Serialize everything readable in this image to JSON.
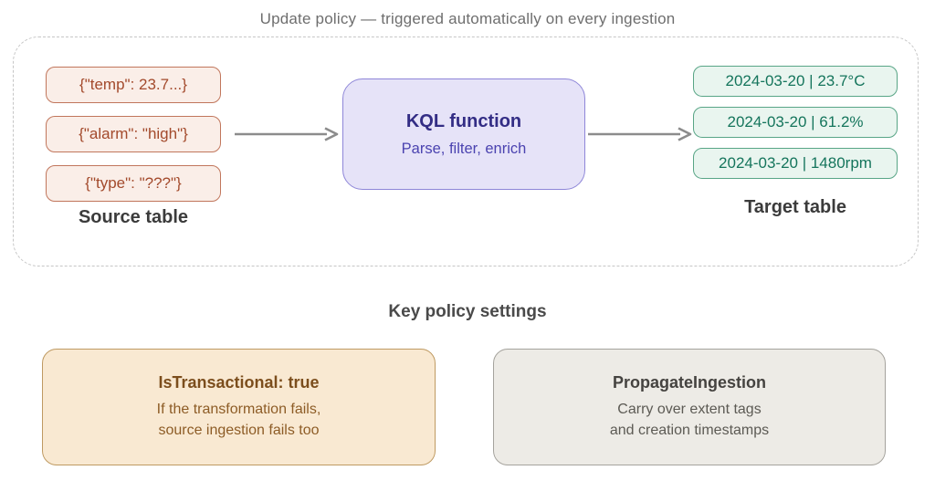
{
  "diagram": {
    "title": "Update policy — triggered automatically on every ingestion",
    "source": {
      "rows": [
        "{\"temp\": 23.7...}",
        "{\"alarm\": \"high\"}",
        "{\"type\": \"???\"}"
      ],
      "label": "Source table"
    },
    "kql_function": {
      "title": "KQL function",
      "subtitle": "Parse, filter, enrich"
    },
    "target": {
      "rows": [
        "2024-03-20 | 23.7°C",
        "2024-03-20 | 61.2%",
        "2024-03-20 | 1480rpm"
      ],
      "label": "Target table"
    }
  },
  "settings": {
    "heading": "Key policy settings",
    "cards": [
      {
        "title": "IsTransactional: true",
        "lines": [
          "If the transformation fails,",
          "source ingestion fails too"
        ]
      },
      {
        "title": "PropagateIngestion",
        "lines": [
          "Carry over extent tags",
          "and creation timestamps"
        ]
      }
    ]
  },
  "colors": {
    "source_border": "#c1765c",
    "source_fill": "#faeee8",
    "source_text": "#a34a2c",
    "kql_border": "#8e86d8",
    "kql_fill": "#e6e3f8",
    "kql_text": "#332d85",
    "target_border": "#58a586",
    "target_fill": "#e9f5ef",
    "target_text": "#15755c",
    "transactional_fill": "#f9e9d2",
    "transactional_border": "#bf9a62",
    "propagate_fill": "#edebe6",
    "propagate_border": "#a5a39d",
    "arrow": "#8c8c8c",
    "frame_dash": "#c6c6c6"
  }
}
